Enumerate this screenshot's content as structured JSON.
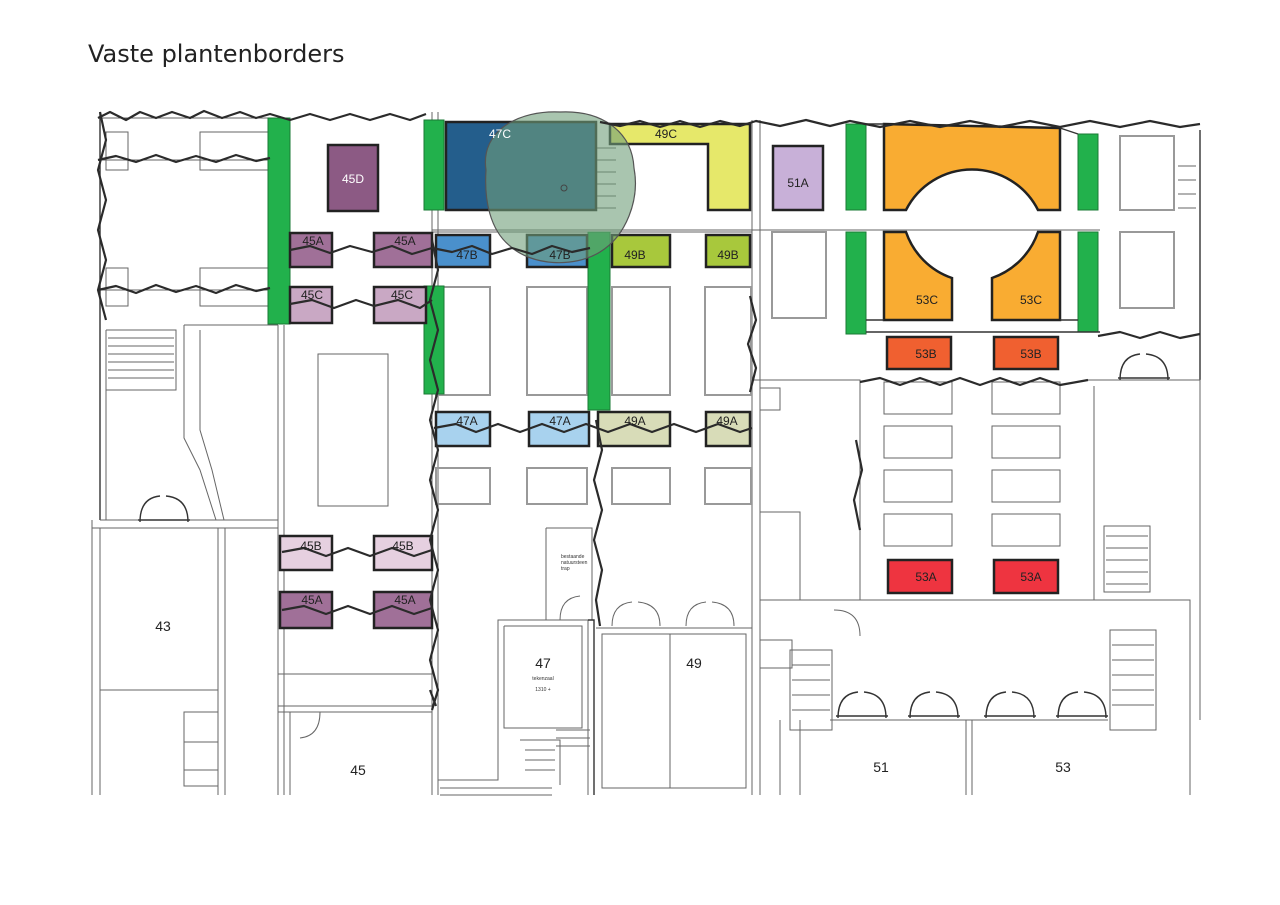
{
  "title": "Vaste plantenborders",
  "colors": {
    "c45D": "#8c5a84",
    "c45A": "#a07098",
    "c45C": "#c9a8c4",
    "c45B": "#e6d0e0",
    "c47C": "#245e8c",
    "c47B": "#4a90cc",
    "c47A": "#a8d2ee",
    "c49C": "#e6e86a",
    "c49B": "#a8c83c",
    "c49A": "#d8dcb8",
    "c51A": "#c8b0d8",
    "c53C": "#f9ac32",
    "c53B": "#f06030",
    "c53A": "#ee3440",
    "hedge": "#22b14c",
    "tree": "#6f9e7a"
  },
  "beds": {
    "b45D": "45D",
    "b45A": "45A",
    "b45C": "45C",
    "b45B": "45B",
    "b47C": "47C",
    "b47B": "47B",
    "b47A": "47A",
    "b49C": "49C",
    "b49B": "49B",
    "b49A": "49A",
    "b51A": "51A",
    "b53C": "53C",
    "b53B": "53B",
    "b53A": "53A"
  },
  "houses": {
    "h43": "43",
    "h45": "45",
    "h47": "47",
    "h49": "49",
    "h51": "51",
    "h53": "53"
  },
  "notes": {
    "stair1": "bestaande",
    "stair2": "natuursteen",
    "stair3": "trap",
    "wt47": "tekenzaal",
    "dim47": "1310 +"
  }
}
